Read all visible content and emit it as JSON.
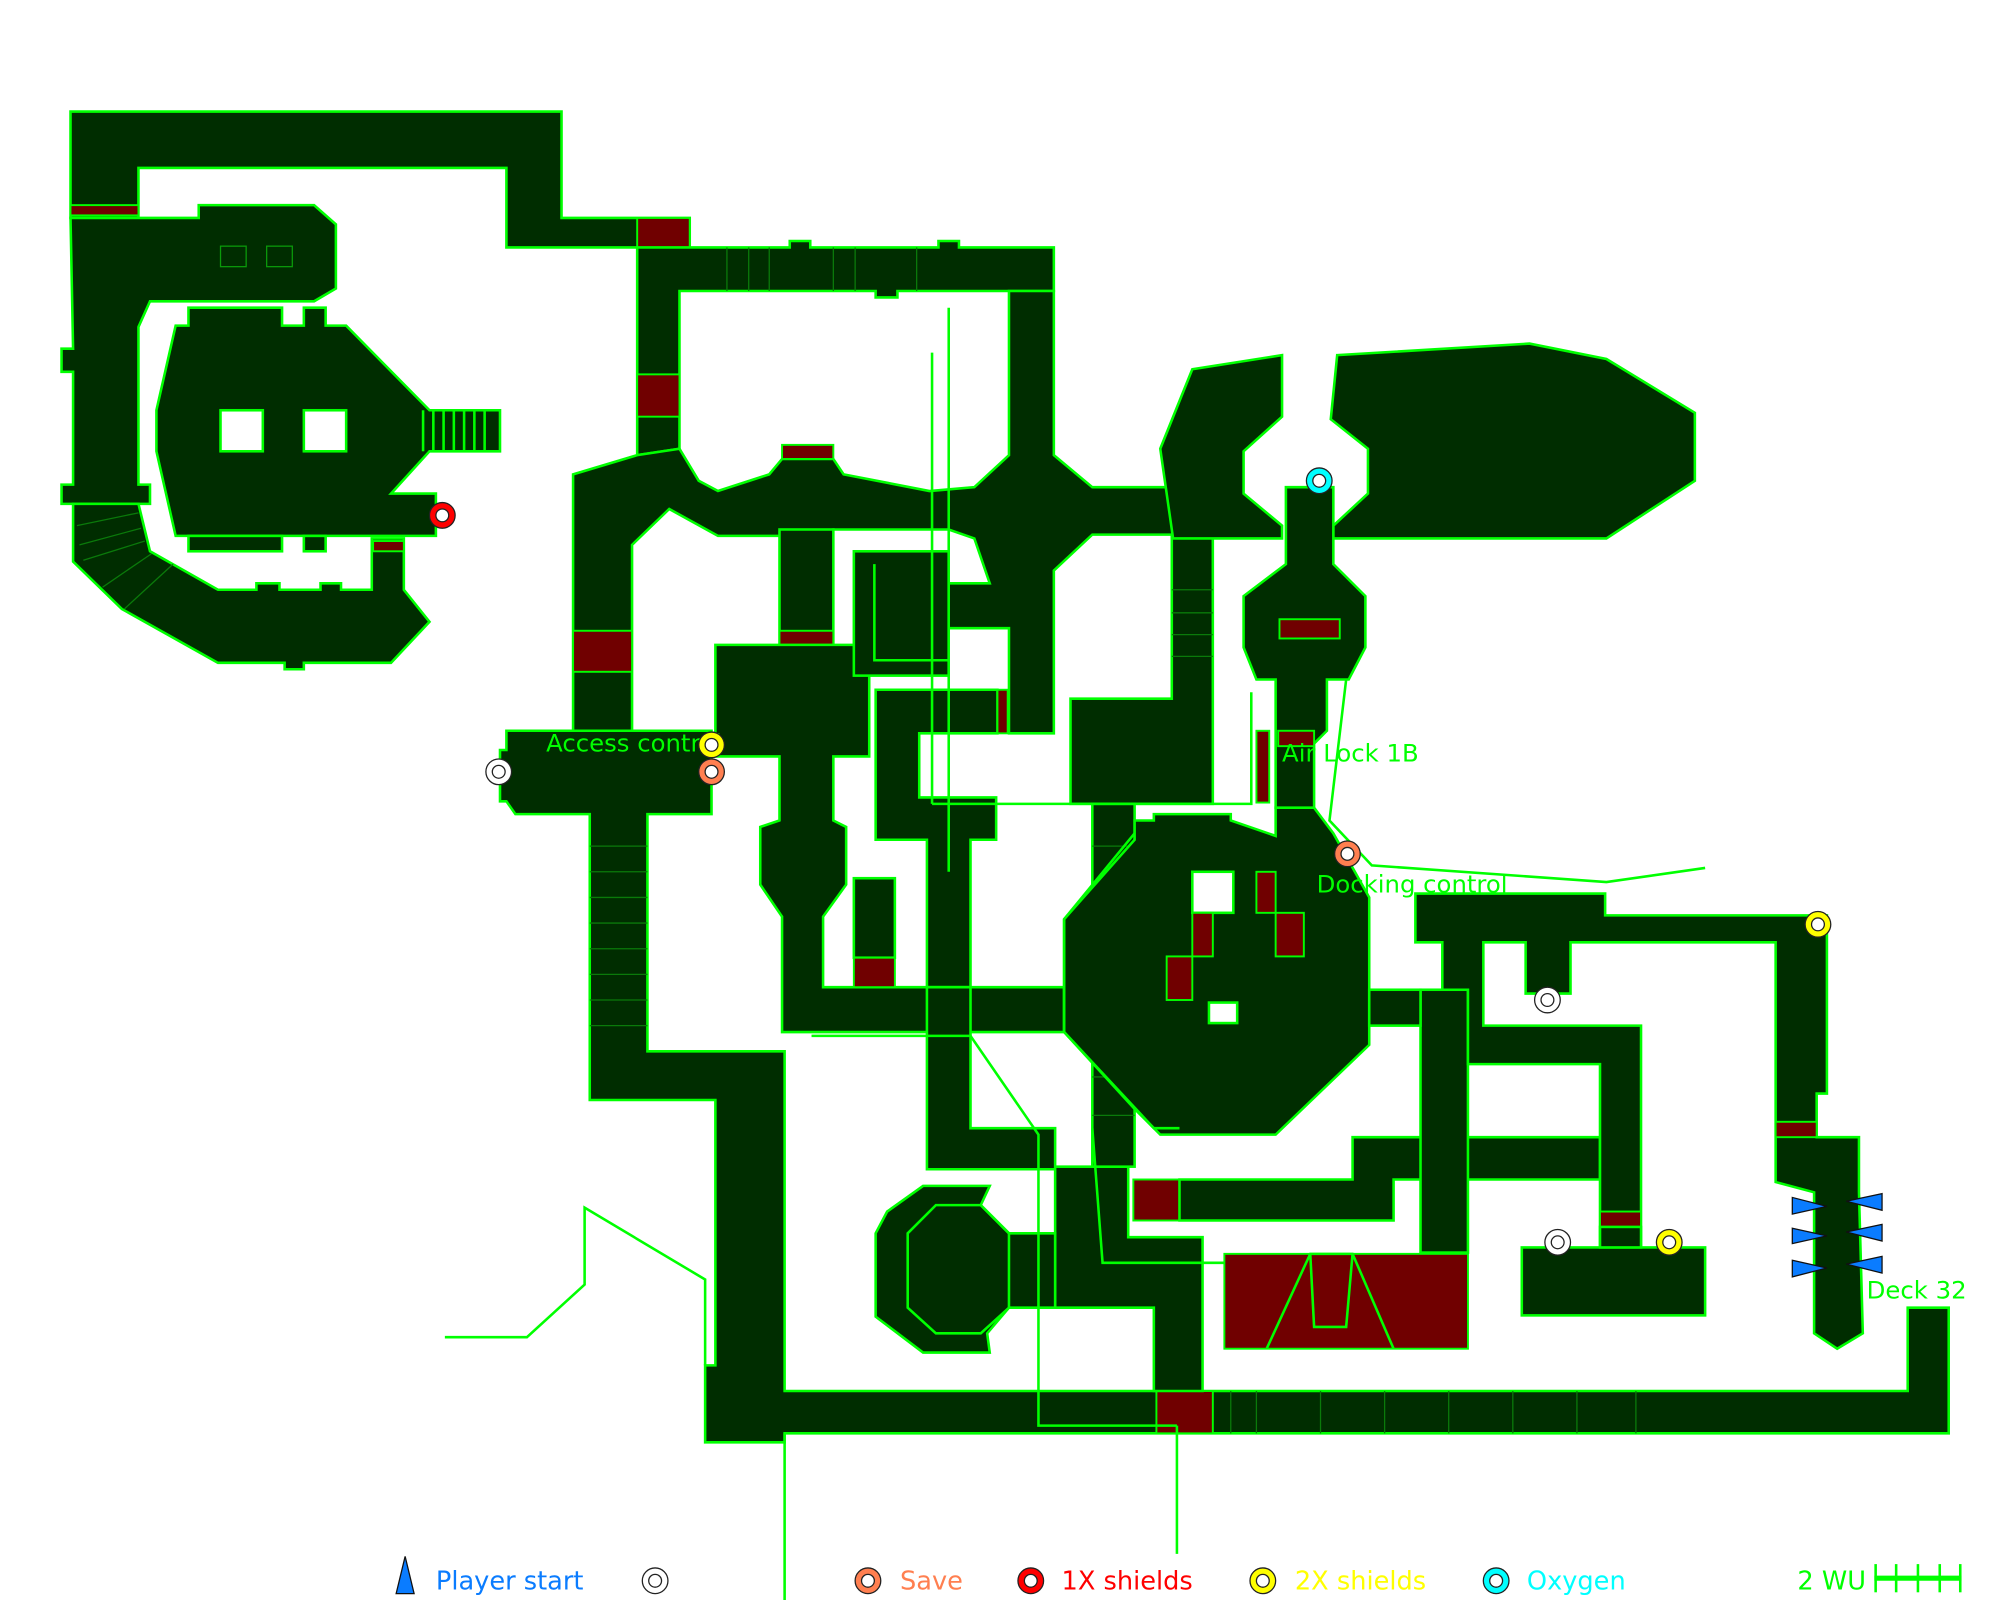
{
  "map": {
    "labels": {
      "access_control": "Access control",
      "air_lock": "Air Lock 1B",
      "docking_control": "Docking control",
      "deck": "Deck 32"
    }
  },
  "legend": {
    "player_start": "Player start",
    "save": "Save",
    "shields_1x": "1X shields",
    "shields_2x": "2X shields",
    "oxygen": "Oxygen",
    "scale": "2 WU"
  },
  "colors": {
    "floor": "#002d00",
    "wall": "#00ff00",
    "hazard": "#700000",
    "player_start": "#0a7cff",
    "save": "#ff7f50",
    "shields_1x": "#ff0000",
    "shields_2x": "#ffff00",
    "oxygen": "#00ffff",
    "unlabeled_marker": "#ffffff"
  }
}
